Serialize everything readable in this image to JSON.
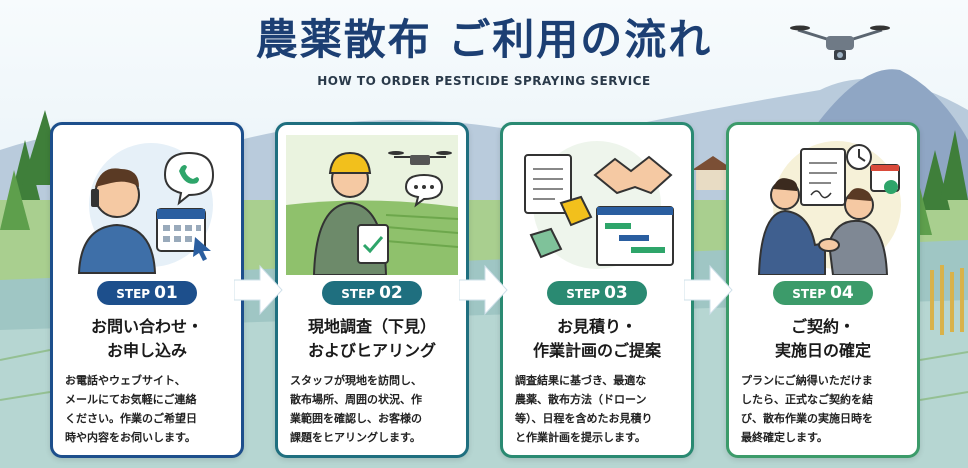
{
  "header": {
    "title": "農薬散布 ご利用の流れ",
    "subtitle": "HOW TO ORDER PESTICIDE SPRAYING SERVICE"
  },
  "steps": [
    {
      "label": "STEP",
      "number": "01",
      "title_lines": [
        "お問い合わせ・",
        "お申し込み"
      ],
      "desc_lines": [
        "お電話やウェブサイト、",
        "メールにてお気軽にご連絡",
        "ください。作業のご希望日",
        "時や内容をお伺いします。"
      ],
      "icons": [
        "person-phone-icon",
        "calendar-icon"
      ],
      "color": "#1d4f8c"
    },
    {
      "label": "STEP",
      "number": "02",
      "title_lines": [
        "現地調査（下見）",
        "およびヒアリング"
      ],
      "desc_lines": [
        "スタッフが現地を訪問し、",
        "散布場所、周囲の状況、作",
        "業範囲を確認し、お客様の",
        "課題をヒアリングします。"
      ],
      "icons": [
        "inspector-icon",
        "drone-icon"
      ],
      "color": "#1f6f7f"
    },
    {
      "label": "STEP",
      "number": "03",
      "title_lines": [
        "お見積り・",
        "作業計画のご提案"
      ],
      "desc_lines": [
        "調査結果に基づき、最適な",
        "農薬、散布方法（ドローン",
        "等）、日程を含めたお見積り",
        "と作業計画を提示します。"
      ],
      "icons": [
        "document-icon",
        "handshake-icon",
        "price-tag-icon",
        "gantt-chart-icon"
      ],
      "color": "#2a8a72"
    },
    {
      "label": "STEP",
      "number": "04",
      "title_lines": [
        "ご契約・",
        "実施日の確定"
      ],
      "desc_lines": [
        "プランにご納得いただけま",
        "したら、正式なご契約を結",
        "び、散布作業の実施日時を",
        "最終確定します。"
      ],
      "icons": [
        "business-handshake-icon",
        "contract-icon",
        "clock-icon",
        "calendar-check-icon"
      ],
      "color": "#3c9b6a"
    }
  ],
  "colors": {
    "title": "#1c3f73",
    "arrow": "#ffffff"
  }
}
